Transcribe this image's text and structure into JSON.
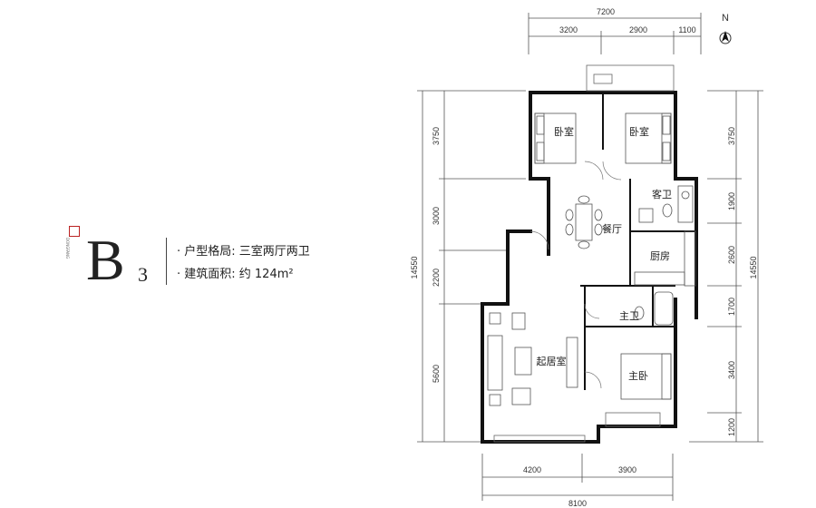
{
  "unit": {
    "label": "B",
    "number": "3",
    "layout_label": "· 户型格局: 三室两厅两卫",
    "area_label": "· 建筑面积: 约 124m²"
  },
  "compass": {
    "label": "N",
    "icon": "north-arrow-icon"
  },
  "brand": {
    "text": "DONGFANG"
  },
  "dimensions": {
    "top_total": "7200",
    "top_segments": [
      "3200",
      "2900",
      "1100"
    ],
    "left_total": "14550",
    "left_segments": [
      "3750",
      "3000",
      "2200",
      "5600"
    ],
    "right_total": "14550",
    "right_segments": [
      "3750",
      "1900",
      "2600",
      "1700",
      "3400",
      "1200"
    ],
    "bottom_segments": [
      "4200",
      "3900"
    ],
    "bottom_total": "8100"
  },
  "rooms": {
    "bedroom_1": "卧室",
    "bedroom_2": "卧室",
    "guest_bath": "客卫",
    "dining": "餐厅",
    "kitchen": "厨房",
    "master_bath": "主卫",
    "living": "起居室",
    "master_bedroom": "主卧"
  },
  "colors": {
    "wall": "#111111",
    "line": "#555555"
  }
}
